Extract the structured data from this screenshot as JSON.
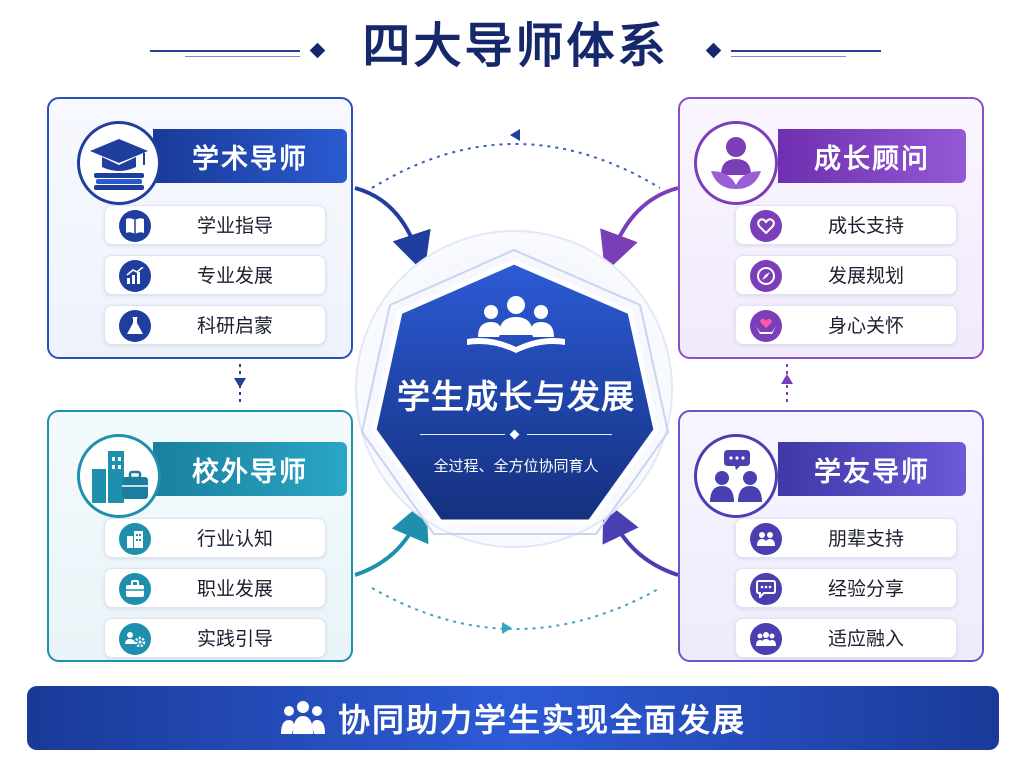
{
  "title": "四大导师体系",
  "center": {
    "title": "学生成长与发展",
    "subtitle": "全过程、全方位协同育人"
  },
  "panels": {
    "academic": {
      "heading": "学术导师",
      "icon": "graduation-cap-icon",
      "color": "#1f3e9e",
      "items": [
        {
          "label": "学业指导",
          "icon": "book-icon"
        },
        {
          "label": "专业发展",
          "icon": "growth-chart-icon"
        },
        {
          "label": "科研启蒙",
          "icon": "flask-icon"
        }
      ]
    },
    "growth": {
      "heading": "成长顾问",
      "icon": "person-sprout-icon",
      "color": "#7a3fb8",
      "items": [
        {
          "label": "成长支持",
          "icon": "heart-icon"
        },
        {
          "label": "发展规划",
          "icon": "compass-icon"
        },
        {
          "label": "身心关怀",
          "icon": "heart-hands-icon"
        }
      ]
    },
    "external": {
      "heading": "校外导师",
      "icon": "buildings-briefcase-icon",
      "color": "#1f8fae",
      "items": [
        {
          "label": "行业认知",
          "icon": "building-icon"
        },
        {
          "label": "职业发展",
          "icon": "briefcase-icon"
        },
        {
          "label": "实践引导",
          "icon": "people-gear-icon"
        }
      ]
    },
    "peer": {
      "heading": "学友导师",
      "icon": "peers-chat-icon",
      "color": "#4a3fb0",
      "items": [
        {
          "label": "朋辈支持",
          "icon": "two-people-icon"
        },
        {
          "label": "经验分享",
          "icon": "chat-bubble-icon"
        },
        {
          "label": "适应融入",
          "icon": "group-icon"
        }
      ]
    }
  },
  "footer": "协同助力学生实现全面发展"
}
